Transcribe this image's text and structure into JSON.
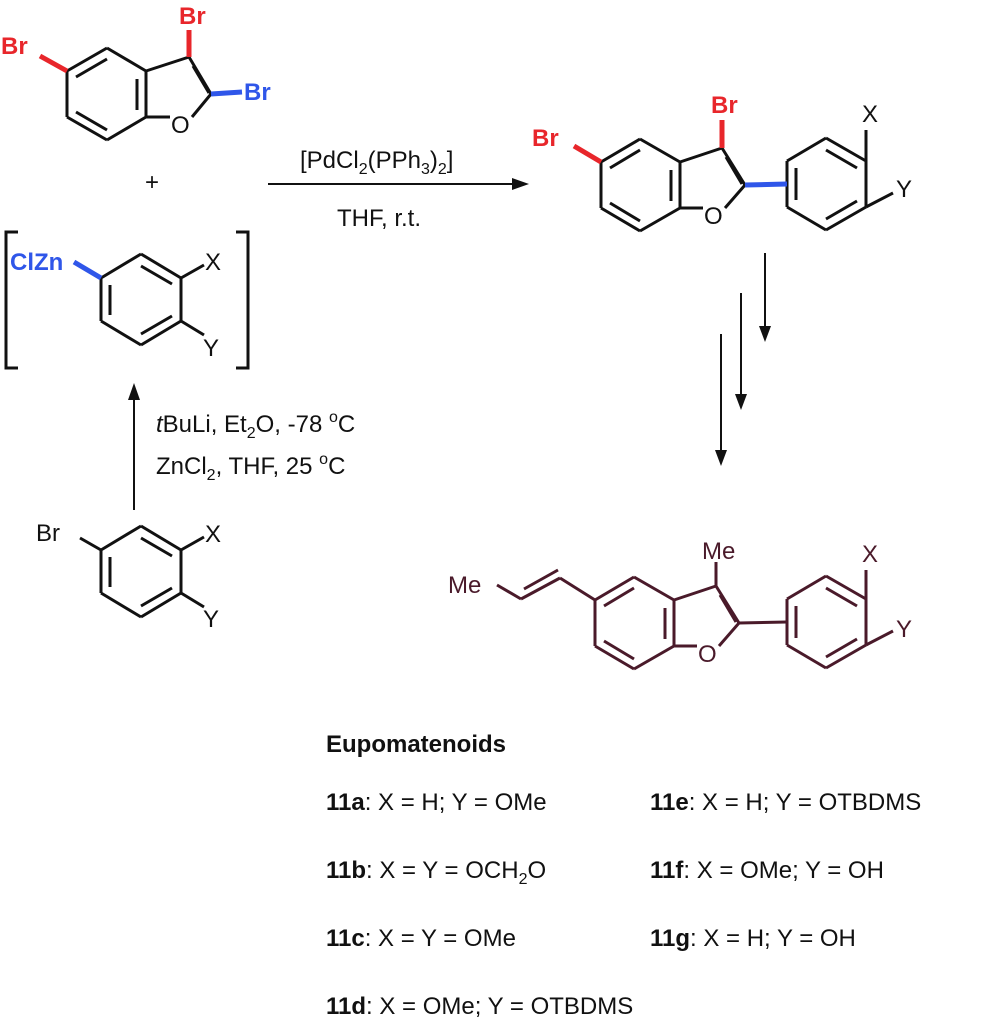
{
  "reagents": {
    "top_line": "[PdCl2(PPh3)2]",
    "bottom_line": "THF, r.t.",
    "left_line1": "tBuLi, Et2O, -78 oC",
    "left_line2": "ZnCl2, THF, 25 oC"
  },
  "labels": {
    "br": "Br",
    "o": "O",
    "x": "X",
    "y": "Y",
    "clzn": "ClZn",
    "me": "Me",
    "plus": "+"
  },
  "heading": "Eupomatenoids",
  "compounds": [
    {
      "id": "11a",
      "desc": ": X = H; Y = OMe"
    },
    {
      "id": "11b",
      "desc": ": X = Y = OCH2O"
    },
    {
      "id": "11c",
      "desc": ": X = Y = OMe"
    },
    {
      "id": "11d",
      "desc": ": X = OMe; Y = OTBDMS"
    },
    {
      "id": "11e",
      "desc": ": X = H; Y = OTBDMS"
    },
    {
      "id": "11f",
      "desc": ": X = OMe; Y = OH"
    },
    {
      "id": "11g",
      "desc": ": X = H; Y = OH"
    }
  ],
  "colors": {
    "bond": "#111111",
    "bromine_highlight": "#e8262b",
    "zinc_highlight": "#2f56e9",
    "product": "#4a1a2a"
  }
}
